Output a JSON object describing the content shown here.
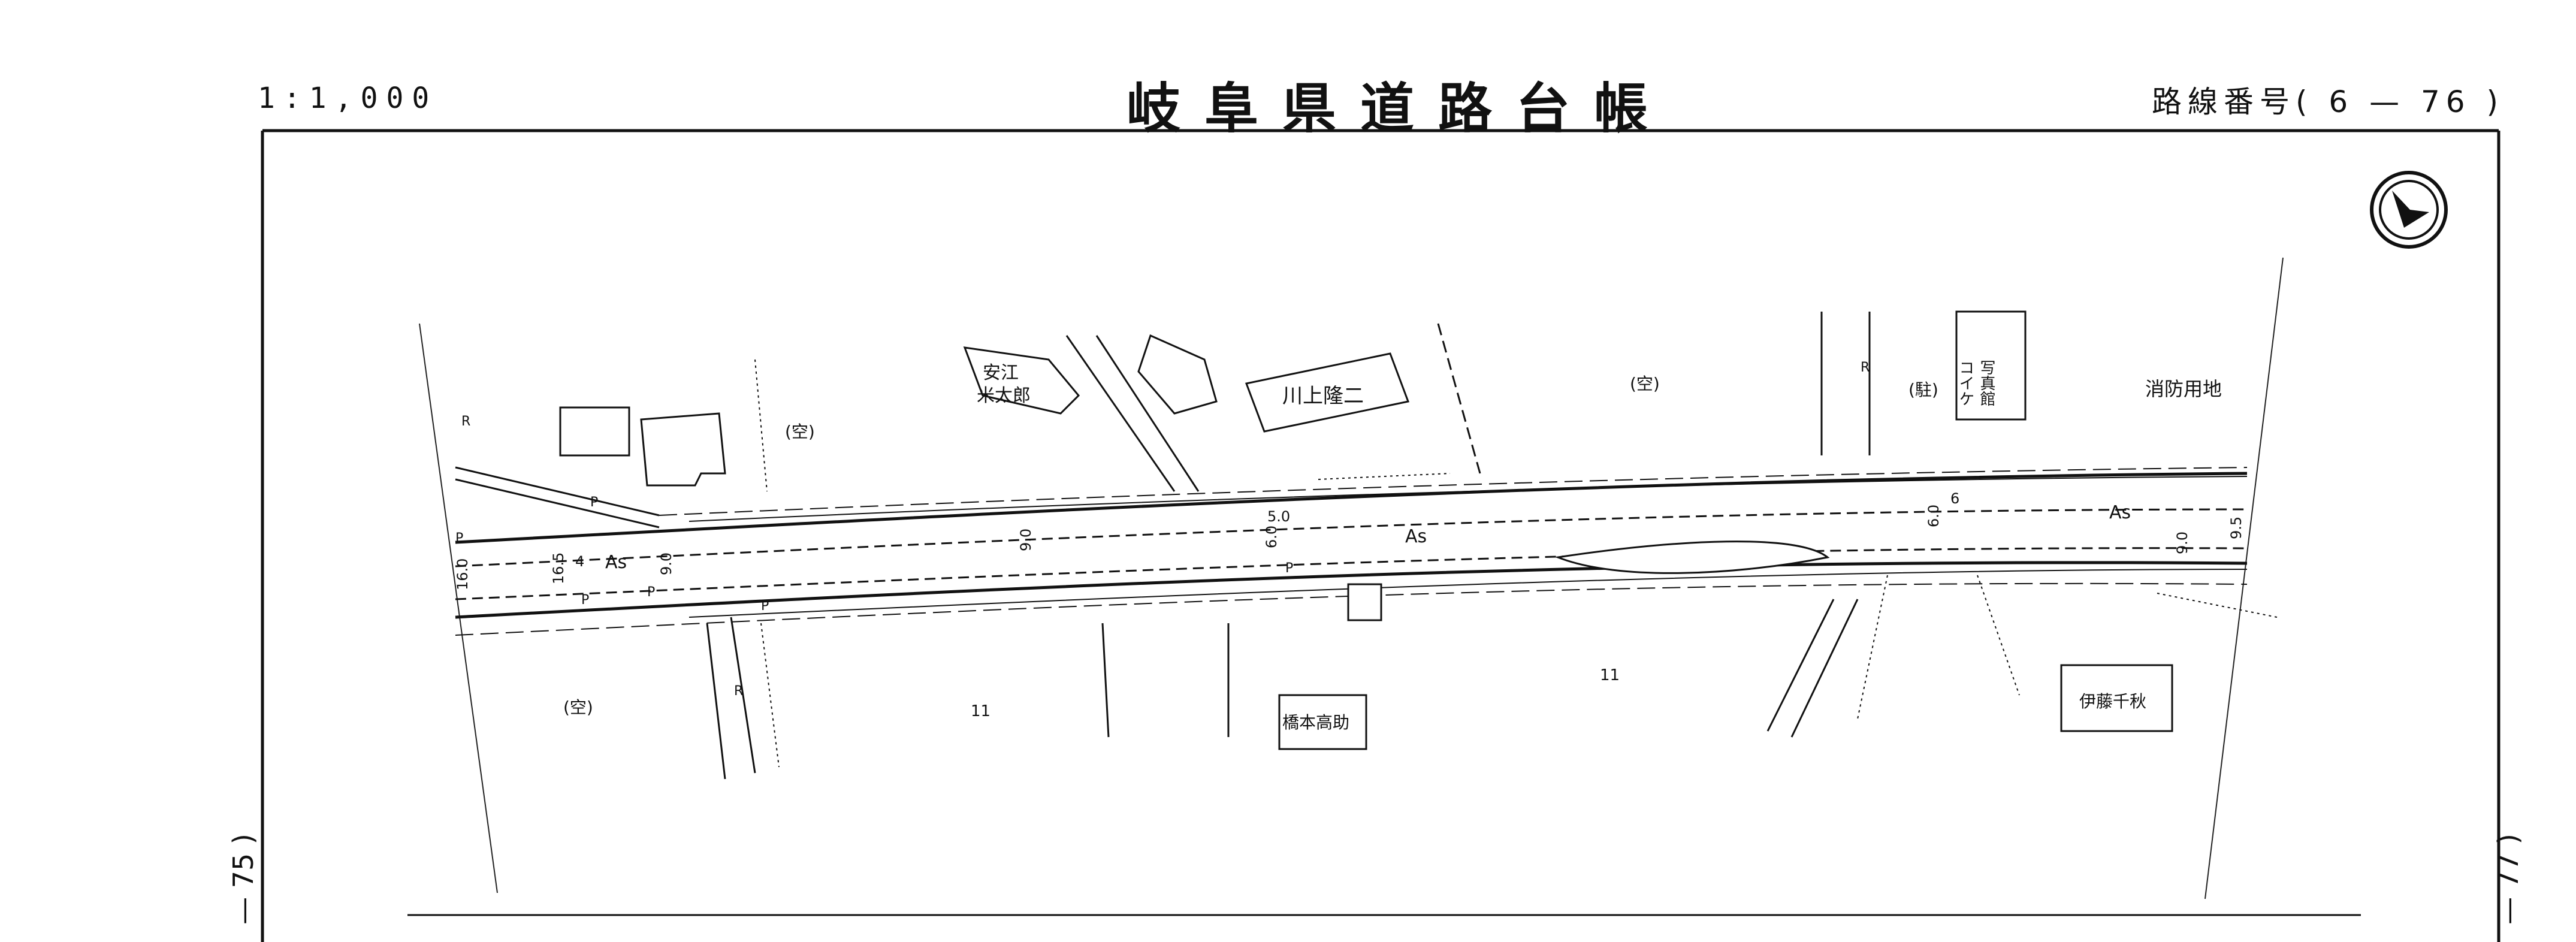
{
  "header": {
    "scale": "1:1,000",
    "title": "岐阜県道路台帳",
    "route_label": "路線番号( 6 — 76 )"
  },
  "side_labels": {
    "left": "— 75 )",
    "right": "— 77 )"
  },
  "map": {
    "north_arrow": "north-arrow-icon",
    "labels": {
      "yasue": "安江",
      "yonetaro": "米太郎",
      "kawakami": "川上隆二",
      "kara1": "(空)",
      "kara2": "(空)",
      "kara3": "(空)",
      "chu": "(駐)",
      "koike_a": "写真館",
      "koike_b": "コイケ",
      "shobo": "消防用地",
      "hashimoto": "橋本高助",
      "ito": "伊藤千秋",
      "as1": "As",
      "as2": "As",
      "as3": "As",
      "w1": "16.0",
      "w2": "16.5",
      "w3": "4",
      "w4": "9.0",
      "w5": "9.0",
      "w6": "5.0",
      "w7": "6.0",
      "w8": "6.0",
      "w9": "6",
      "w10": "9.0",
      "w11": "9.5",
      "r1": "R",
      "r2": "R",
      "r3": "R",
      "p1": "P",
      "p2": "P",
      "p3": "P",
      "p4": "P",
      "p5": "P",
      "p6": "P",
      "field1": "11",
      "field2": "11"
    }
  }
}
